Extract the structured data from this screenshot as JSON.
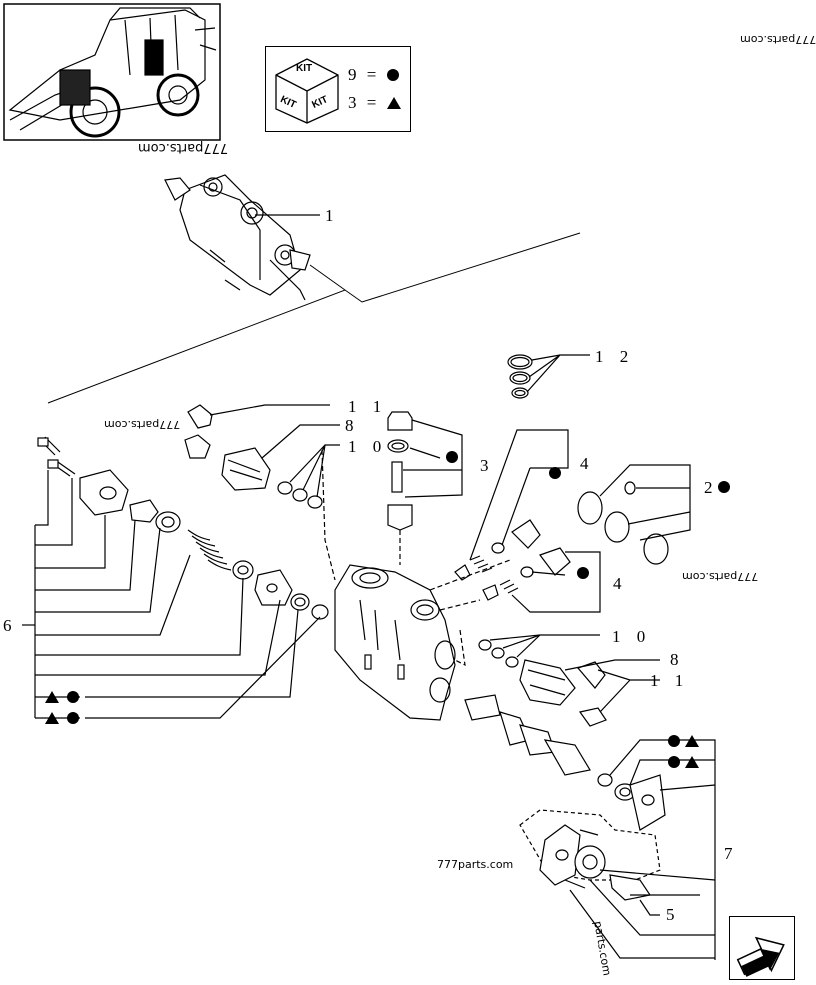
{
  "kit_legend": {
    "kit_label": "KIT",
    "row1": {
      "number": "9",
      "equals": "=",
      "symbol": "circle"
    },
    "row2": {
      "number": "3",
      "equals": "=",
      "symbol": "triangle"
    }
  },
  "callouts": {
    "c1": "1",
    "c12": "1 2",
    "c11_top": "1 1",
    "c8_top": "8",
    "c10_top": "1 0",
    "c3": "3",
    "c4_top": "4",
    "c2": "2",
    "c4_mid": "4",
    "c6": "6",
    "c10_mid": "1 0",
    "c8_mid": "8",
    "c11_mid": "1 1",
    "c7": "7",
    "c5": "5"
  },
  "watermarks": {
    "w1": "777parts.com",
    "w2": "777parts.com",
    "w3": "777parts.com",
    "w4": "777parts.com",
    "w5": "parts.com",
    "w6": "777parts.com"
  },
  "colors": {
    "line": "#000000",
    "background": "#ffffff"
  },
  "icons": {
    "nav": "next-page-arrow-icon",
    "machine": "backhoe-loader-thumbnail"
  }
}
